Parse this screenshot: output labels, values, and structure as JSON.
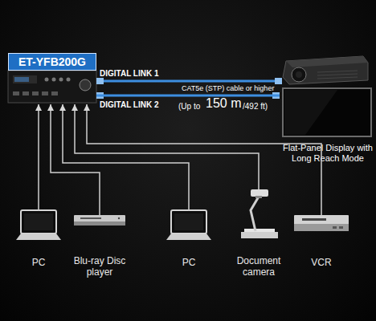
{
  "diagram": {
    "nodes": [
      {
        "text": [
          "ET-YFB200G"
        ]
      },
      {
        "text": [
          "Flat-Panel Display with Long Reach Mode"
        ]
      },
      {
        "text": [
          "PC"
        ]
      },
      {
        "text": [
          "Blu-ray Disc player"
        ]
      },
      {
        "text": [
          "PC"
        ]
      },
      {
        "text": [
          "Document camera"
        ]
      },
      {
        "text": [
          "VCR"
        ]
      }
    ],
    "edges": [
      {
        "from": 2,
        "to": 0,
        "arrow": "to"
      },
      {
        "from": 3,
        "to": 0,
        "arrow": "to"
      },
      {
        "from": 4,
        "to": 0,
        "arrow": "to"
      },
      {
        "from": 5,
        "to": 0,
        "arrow": "to"
      },
      {
        "from": 6,
        "to": 0,
        "arrow": "to"
      },
      {
        "from": 0,
        "to": 1,
        "arrow": "none"
      }
    ],
    "labels": [
      "DIGITAL LINK 1",
      "DIGITAL LINK 2",
      "CAT5e (STP) cable or higher",
      "(Up to",
      "150 m",
      "/492 ft)"
    ]
  }
}
